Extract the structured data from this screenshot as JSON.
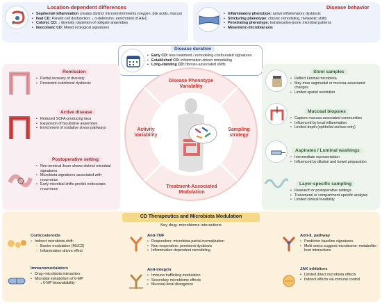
{
  "location": {
    "title": "Location-dependent differences",
    "items": [
      {
        "k": "Segmental inflammation",
        "v": " creates distinct microenvironments (oxygen, bile acids, mucus)"
      },
      {
        "k": "Ileal CD:",
        "v": " Paneth cell dysfunction; ↓ α-defensins; enrichment of AIEC"
      },
      {
        "k": "Colonic CD:",
        "v": " ↓ diversity; depletion of obligate anaerobes"
      },
      {
        "k": "Ileocolonic CD:",
        "v": " Mixed ecological signatures"
      }
    ]
  },
  "behavior": {
    "title": "Disease behavior",
    "items": [
      {
        "k": "Inflammatory phenotype:",
        "v": " active inflammatory dysbiosis"
      },
      {
        "k": "Stricturing phenotype:",
        "v": " chronic remodeling, metabolic shifts"
      },
      {
        "k": "Penetrating phenotype:",
        "v": " translocation-prone microbial patterns"
      },
      {
        "k": "Mesenteric-microbial axis",
        "v": ""
      }
    ]
  },
  "duration": {
    "title": "Disease duration",
    "items": [
      {
        "k": "Early CD:",
        "v": " less treatment / remodeling-confounded signatures"
      },
      {
        "k": "Established CD:",
        "v": " inflammation-driven remodeling"
      },
      {
        "k": "Long-standing CD:",
        "v": " fibrosis-associated shifts"
      }
    ]
  },
  "remission": {
    "title": "Remission",
    "items": [
      "Partial recovery of diversity",
      "Persistent subclinical dysbiosis"
    ]
  },
  "active": {
    "title": "Active disease",
    "items": [
      "Reduced SCFA-producing taxa",
      "Expansion of facultative anaerobes",
      "Enrichment of oxidative stress pathways"
    ]
  },
  "postop": {
    "title": "Postoperative setting",
    "items": [
      "Neo-terminal ileum shows distinct microbial signatures",
      "Microbiota signatures associated with recurrence",
      "Early microbial shifts predict endoscopic recurrence"
    ]
  },
  "stool": {
    "title": "Stool samples",
    "items": [
      "Reflect luminal microbiota",
      "May miss segmental or mucosa-associated changes",
      "Limited spatial resolution"
    ]
  },
  "biopsy": {
    "title": "Mucosal biopsies",
    "items": [
      "Capture mucosa-associated communities",
      "Influenced by local inflammation",
      "Limited depth (epithelial surface only)"
    ]
  },
  "aspirates": {
    "title": "Aspirates / Luminal washings",
    "items": [
      "Intermediate representation",
      "Influenced by dilution and bowel preparation"
    ]
  },
  "layer": {
    "title": "Layer-specific sampling",
    "items": [
      "Research or postoperative settings",
      "Transmural or compartment-specific analysis",
      "Limited clinical feasibility"
    ]
  },
  "circle": {
    "top": "Disease Phenotype\nVariability",
    "left": "Activity\nVariability",
    "right": "Sampling\nstrategy",
    "bottom": "Treatment-Associated\nModulation"
  },
  "therapeutics": {
    "title": "CD Therapeutics and Microbiota Modulation",
    "subtitle": "Key drug–microbiome interactions",
    "cortico": {
      "title": "Corticosteroids",
      "items": [
        "Indirect microbiota shift:"
      ],
      "sub": [
        "Barrier modulation (MUC2)",
        "Inflammation-driven effect"
      ]
    },
    "immuno": {
      "title": "Immunomodulators",
      "items": [
        "Drug–microbiota interaction",
        "Microbial metabolism of 6-MP"
      ],
      "sub": [
        "↓ 6-MP bioavailability"
      ]
    },
    "antitnf": {
      "title": "Anti-TNF",
      "items": [
        "Responders: microbiota partial normalization",
        "Non-responders: persistent dysbiosis",
        "Inflammation-dependent remodeling"
      ]
    },
    "integrin": {
      "title": "Anti-integrin",
      "items": [
        "Immune trafficking modulation",
        "Secondary microbiome effects",
        "Mucosal-fecal divergence"
      ]
    },
    "antiil": {
      "title": "Anti-IL pathway",
      "items": [
        "Predictive baseline signatures",
        "Multi-omics suggest microbiome–metabolite–host interactions"
      ]
    },
    "jak": {
      "title": "JAK inhibitors",
      "items": [
        "Limited direct microbiota effects",
        "Indirect effects via immune control"
      ]
    }
  },
  "colors": {
    "red": "#b0302c",
    "blue": "#1f3f7a",
    "green": "#335b33",
    "beige": "#fbf1dc"
  }
}
